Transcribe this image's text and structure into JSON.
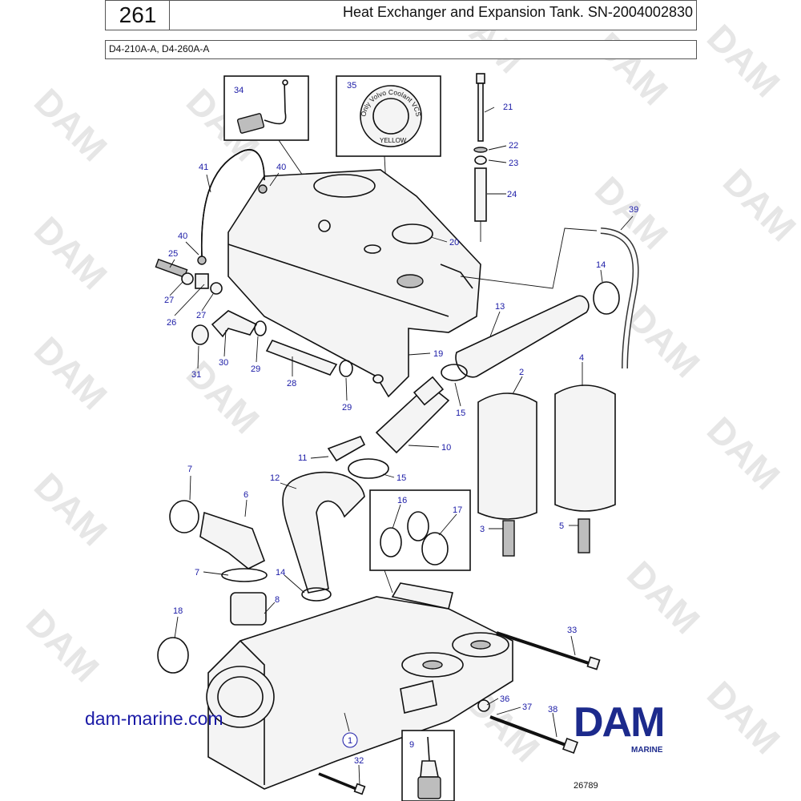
{
  "header": {
    "page_number": "261",
    "title": "Heat Exchanger and Expansion Tank. SN-2004002830",
    "models": "D4-210A-A, D4-260A-A"
  },
  "inset_35": {
    "cap_text": "Only Volvo Coolant VCS",
    "cap_color_text": "YELLOW"
  },
  "labels": {
    "l34": "34",
    "l35": "35",
    "l21": "21",
    "l22": "22",
    "l23": "23",
    "l24": "24",
    "l41": "41",
    "l40a": "40",
    "l40b": "40",
    "l20": "20",
    "l39": "39",
    "l25": "25",
    "l14a": "14",
    "l27a": "27",
    "l26": "26",
    "l27b": "27",
    "l13": "13",
    "l31": "31",
    "l30": "30",
    "l29a": "29",
    "l28": "28",
    "l19": "19",
    "l29b": "29",
    "l2": "2",
    "l4": "4",
    "l15a": "15",
    "l10": "10",
    "l11": "11",
    "l15b": "15",
    "l7a": "7",
    "l12": "12",
    "l6": "6",
    "l16": "16",
    "l17": "17",
    "l3": "3",
    "l5": "5",
    "l7b": "7",
    "l14b": "14",
    "l8": "8",
    "l18": "18",
    "l33": "33",
    "l36": "36",
    "l37": "37",
    "l38": "38",
    "l1": "1",
    "l9": "9",
    "l32": "32"
  },
  "watermark": "DAM",
  "footer": {
    "website": "dam-marine.com",
    "brand": "DAM",
    "brand_sub": "MARINE",
    "drawing_number": "26789"
  },
  "colors": {
    "label_blue": "#1a1aa6",
    "brand_blue": "#1c2a8c",
    "watermark_grey": "#e6e6e6"
  }
}
